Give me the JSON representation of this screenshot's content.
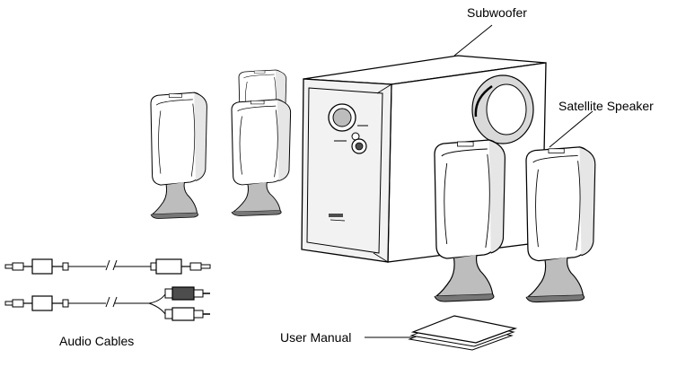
{
  "labels": {
    "subwoofer": "Subwoofer",
    "satellite": "Satellite Speaker",
    "cables": "Audio Cables",
    "manual": "User Manual"
  },
  "icons": {
    "speakers": "satellite-speaker-icon",
    "subwoofer": "subwoofer-icon",
    "cables": "audio-cable-icon",
    "manual": "manual-icon"
  },
  "colors": {
    "line": "#000000",
    "fill": "#ffffff",
    "shade": "#d9d9d9",
    "dark": "#4d4d4d"
  }
}
